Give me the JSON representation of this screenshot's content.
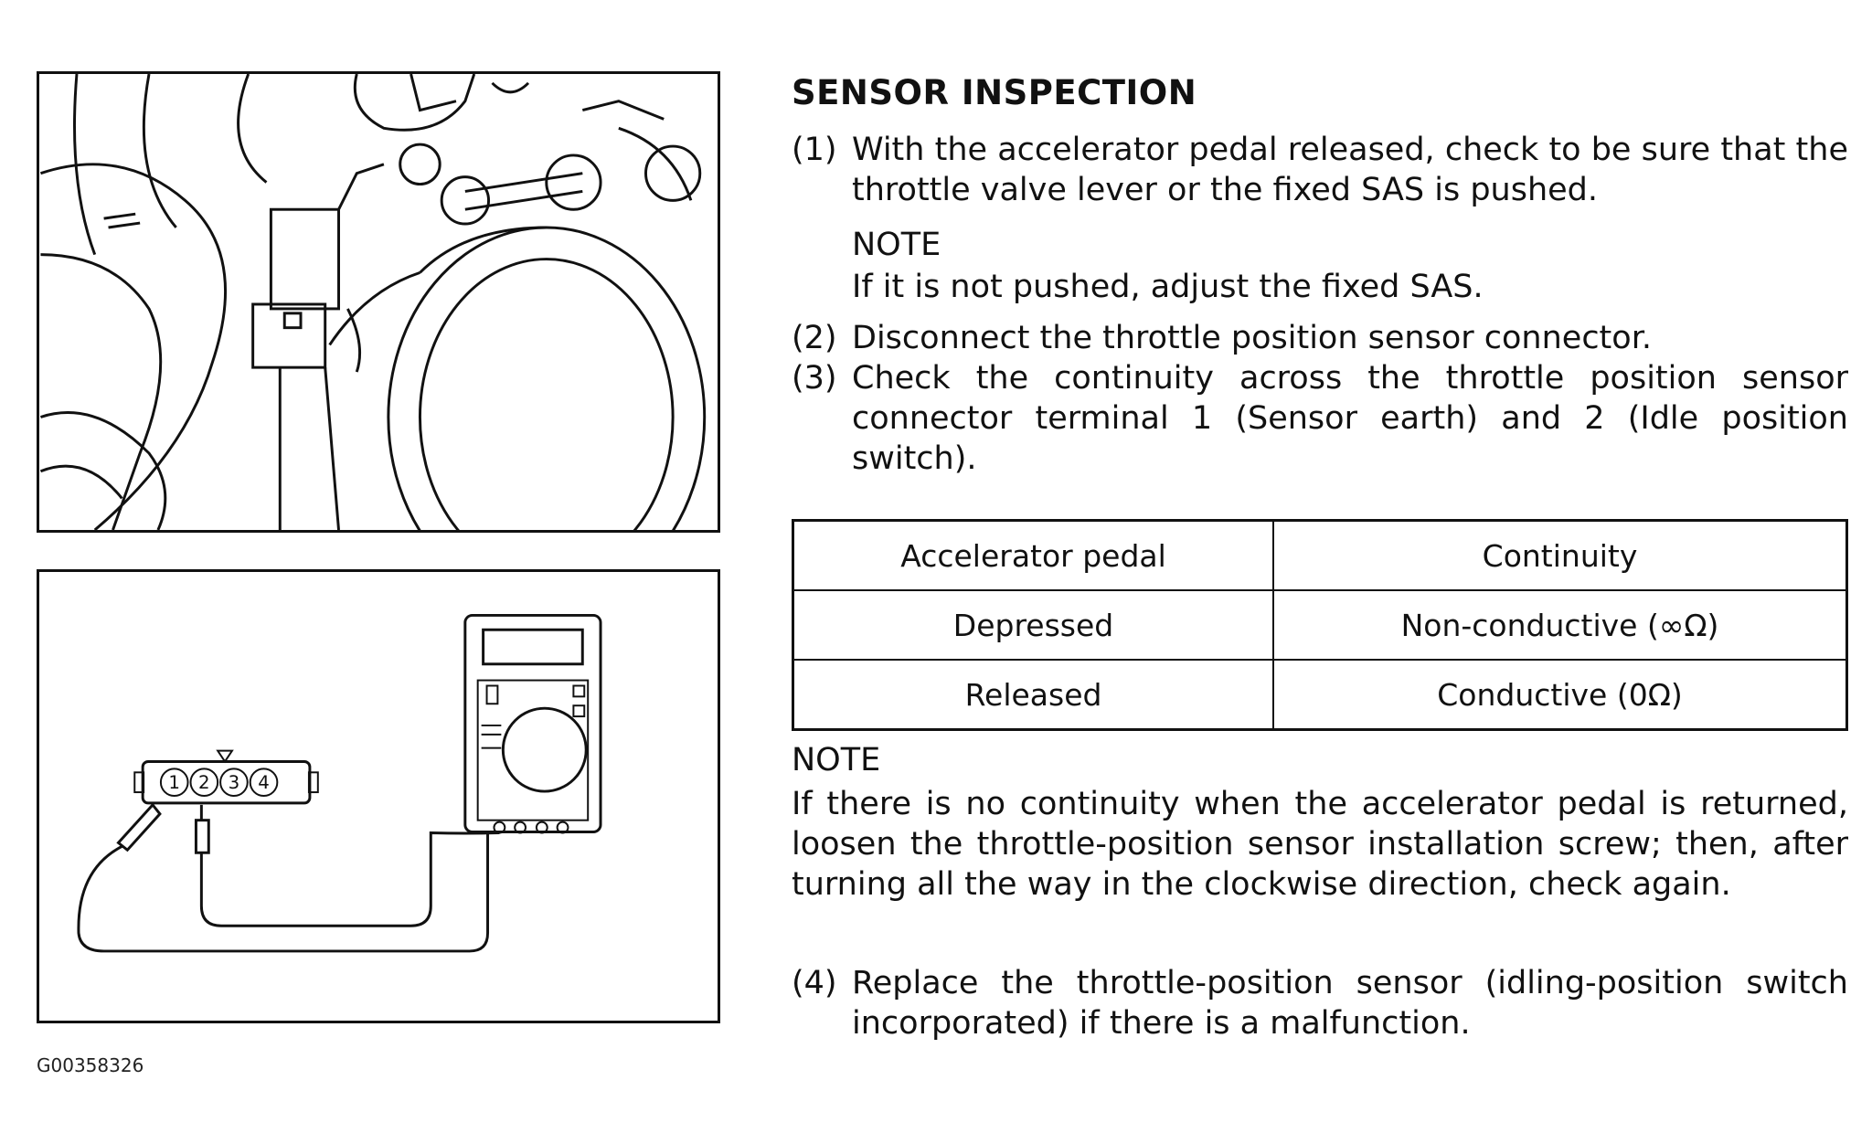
{
  "figure_id": "G00358326",
  "section": {
    "title": "SENSOR INSPECTION",
    "step1": {
      "num": "(1)",
      "text": "With the accelerator pedal released, check to be sure that the throttle valve lever or the fixed SAS is pushed."
    },
    "note1": {
      "label": "NOTE",
      "text": "If it is not pushed, adjust the fixed SAS."
    },
    "step2": {
      "num": "(2)",
      "text": "Disconnect the throttle position sensor connector."
    },
    "step3": {
      "num": "(3)",
      "text": "Check the continuity across the throttle position sensor connector terminal 1 (Sensor earth) and 2 (Idle position switch)."
    },
    "table": {
      "headers": [
        "Accelerator pedal",
        "Continuity"
      ],
      "rows": [
        [
          "Depressed",
          "Non-conductive (∞Ω)"
        ],
        [
          "Released",
          "Conductive (0Ω)"
        ]
      ]
    },
    "note2": {
      "label": "NOTE",
      "text": "If there is no continuity when the accelerator pedal is returned, loosen the throttle-position sensor installation screw; then, after turning all the way in the clockwise direction, check again."
    },
    "step4": {
      "num": "(4)",
      "text": "Replace the throttle-position sensor (idling-position switch incorporated) if there is a malfunction."
    }
  },
  "connector": {
    "terminals": [
      "1",
      "2",
      "3",
      "4"
    ]
  }
}
